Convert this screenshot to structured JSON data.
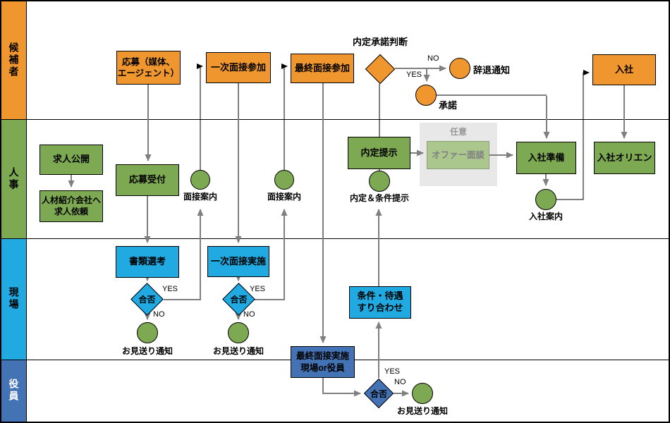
{
  "diagram": {
    "lanes": [
      {
        "id": "candidate",
        "label": "候補者",
        "color": "#F0962E",
        "text_color": "#000000"
      },
      {
        "id": "hr",
        "label": "人事",
        "color": "#7DA953",
        "text_color": "#000000"
      },
      {
        "id": "field",
        "label": "現場",
        "color": "#21A9E1",
        "text_color": "#000000"
      },
      {
        "id": "executive",
        "label": "役員",
        "color": "#4473B5",
        "text_color": "#FFFFFF"
      }
    ],
    "nodes": {
      "apply": "応募（媒体、\nエージェント）",
      "first_interview_join": "一次面接参加",
      "final_interview_join": "最終面接参加",
      "join": "入社",
      "job_open": "求人公開",
      "agency_request": "人材紹介会社へ\n求人依頼",
      "app_reception": "応募受付",
      "offer_presentation": "内定提示",
      "offer_interview": "オファー面談",
      "join_prep": "入社準備",
      "join_orientation": "入社オリエン",
      "doc_screening": "書類選考",
      "first_interview_conduct": "一次面接実施",
      "conditions_align": "条件・待遇\nすり合わせ",
      "final_interview_conduct": "最終面接実施\n現場or役員"
    },
    "decisions": {
      "offer_accept_title": "内定承諾判断",
      "pass_fail": "合否"
    },
    "events": {
      "decline_notice": "辞退通知",
      "accept": "承諾",
      "interview_guide": "面接案内",
      "offer_conditions": "内定＆条件提示",
      "join_guide": "入社案内",
      "rejection_notice": "お見送り通知"
    },
    "optional_group": {
      "title": "任意"
    },
    "edge_labels": {
      "yes": "YES",
      "no": "NO"
    },
    "colors": {
      "orange": "#F0962E",
      "green": "#7DA953",
      "light_blue": "#21A9E1",
      "medium_blue": "#4473B5",
      "light_green": "#ABC78E",
      "optional_bg": "#E8E8E8",
      "connector_gray": "#7F7F7F",
      "connector_black": "#000000"
    }
  }
}
